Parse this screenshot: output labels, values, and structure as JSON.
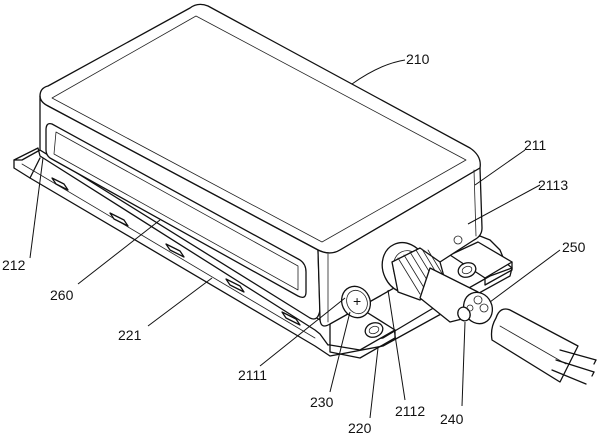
{
  "labels": {
    "l210": "210",
    "l211": "211",
    "l2113": "2113",
    "l250": "250",
    "l212": "212",
    "l260": "260",
    "l221": "221",
    "l2111": "2111",
    "l230": "230",
    "l220": "220",
    "l2112": "2112",
    "l240": "240"
  },
  "screw_mark": "+"
}
